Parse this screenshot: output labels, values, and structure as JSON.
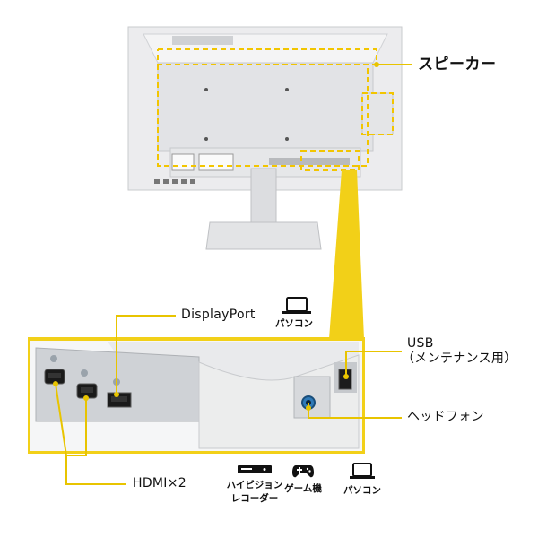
{
  "labels": {
    "speaker": "スピーカー",
    "displayport": "DisplayPort",
    "displayport_device": "パソコン",
    "usb": "USB",
    "usb_note": "（メンテナンス用）",
    "headphone": "ヘッドフォン",
    "hdmi": "HDMI×2",
    "hdmi_devices": [
      {
        "label_line1": "ハイビジョン",
        "label_line2": "レコーダー",
        "icon": "recorder-icon"
      },
      {
        "label_line1": "ゲーム機",
        "label_line2": "",
        "icon": "game-controller-icon"
      },
      {
        "label_line1": "パソコン",
        "label_line2": "",
        "icon": "laptop-icon"
      }
    ]
  },
  "colors": {
    "accent": "#f2d018",
    "callout_line": "#e8c400",
    "monitor_body": "#e9eaec",
    "monitor_shade": "#d4d6d9"
  }
}
